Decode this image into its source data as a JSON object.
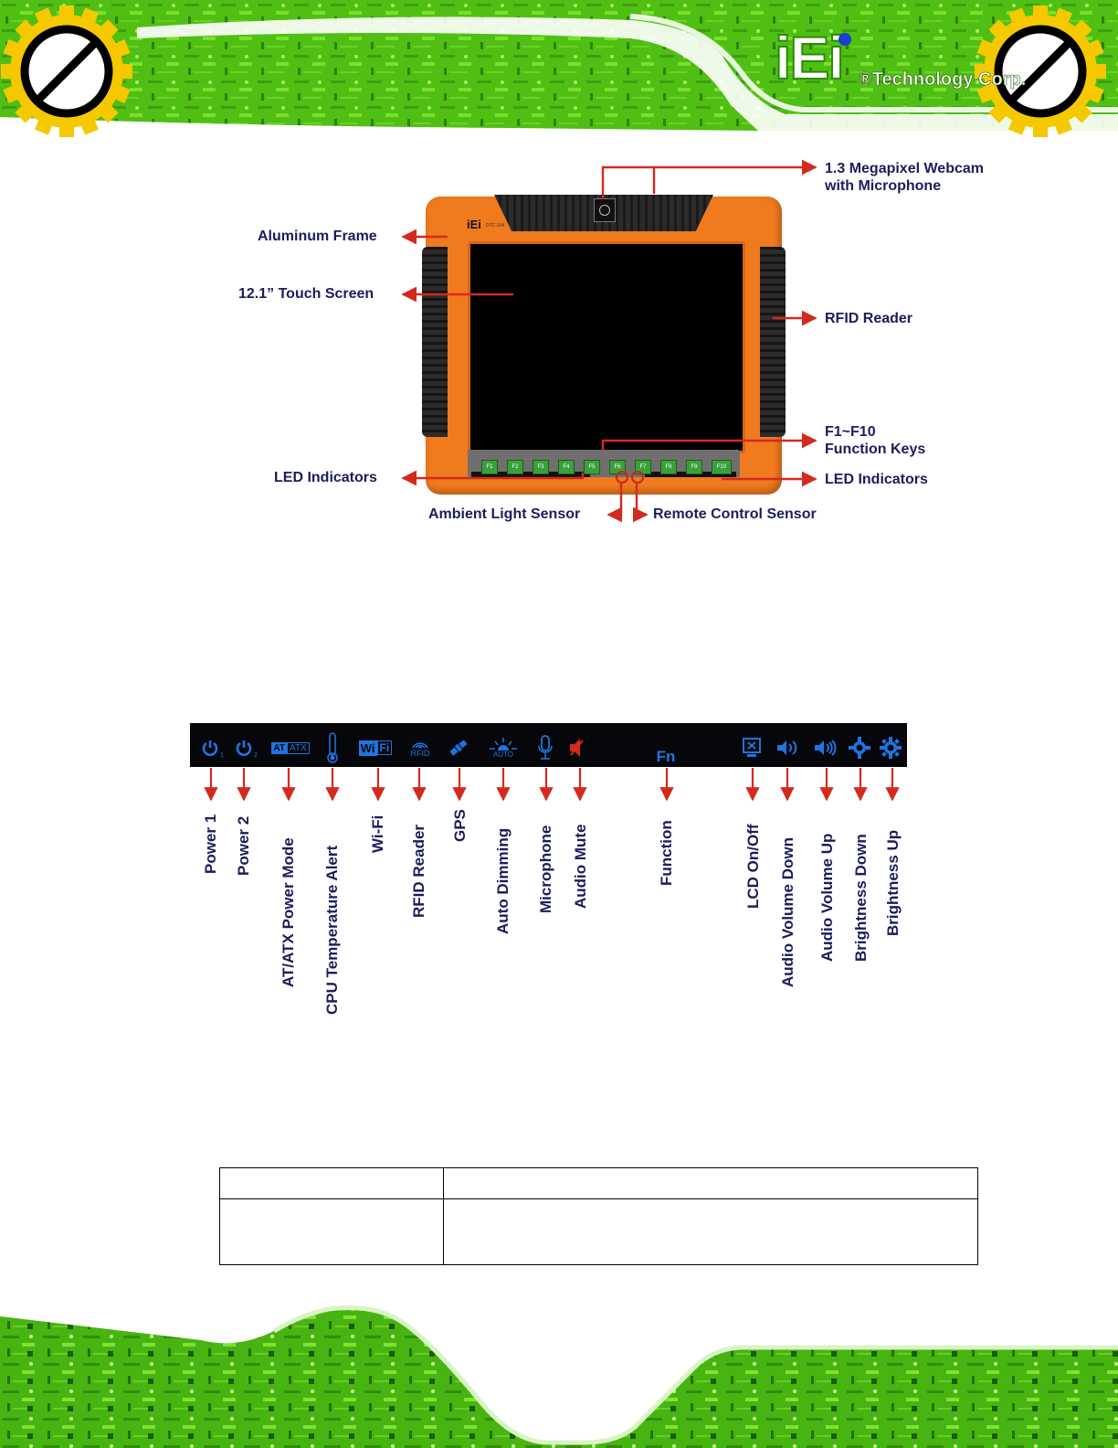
{
  "header": {
    "logo_text": "iEi",
    "company_tagline": "®Technology Corp."
  },
  "device": {
    "badge": "iEi",
    "model": "DTC-104"
  },
  "callouts": {
    "webcam_line1": "1.3 Megapixel Webcam",
    "webcam_line2": "with Microphone",
    "aluminum_frame": "Aluminum Frame",
    "touch_screen": "12.1” Touch Screen",
    "rfid_reader": "RFID Reader",
    "function_keys_line1": "F1~F10",
    "function_keys_line2": "Function Keys",
    "led_indicators_left": "LED Indicators",
    "led_indicators_right": "LED Indicators",
    "ambient_light_sensor": "Ambient Light Sensor",
    "remote_control_sensor": "Remote  Control Sensor"
  },
  "function_keys": [
    "F1",
    "F2",
    "F3",
    "F4",
    "F5",
    "F6",
    "F7",
    "F8",
    "F9",
    "F10"
  ],
  "indicator_bar": {
    "fn_text": "Fn",
    "icon_texts": {
      "power1_sub": "1",
      "power2_sub": "2",
      "at": "AT",
      "atx": "ATX",
      "wifi_a": "Wi",
      "wifi_b": "Fi",
      "rfid": "RFID",
      "auto": "AUTO"
    },
    "labels": [
      "Power 1",
      "Power 2",
      "AT/ATX Power Mode",
      "CPU Temperature Alert",
      "Wi-Fi",
      "RFID Reader",
      "GPS",
      "Auto Dimming",
      "Microphone",
      "Audio Mute",
      "Function",
      "LCD On/Off",
      "Audio Volume Down",
      "Audio Volume Up",
      "Brightness Down",
      "Brightness Up"
    ]
  },
  "table": {
    "rows": [
      [
        "",
        ""
      ],
      [
        "",
        ""
      ]
    ]
  },
  "colors": {
    "pcb_green": "#5fd11f",
    "frame_orange": "#f07a1e",
    "label_navy": "#1c1c5e",
    "arrow_red": "#d42a1e",
    "icon_blue": "#1f74e0",
    "bar_black": "#06070a"
  }
}
